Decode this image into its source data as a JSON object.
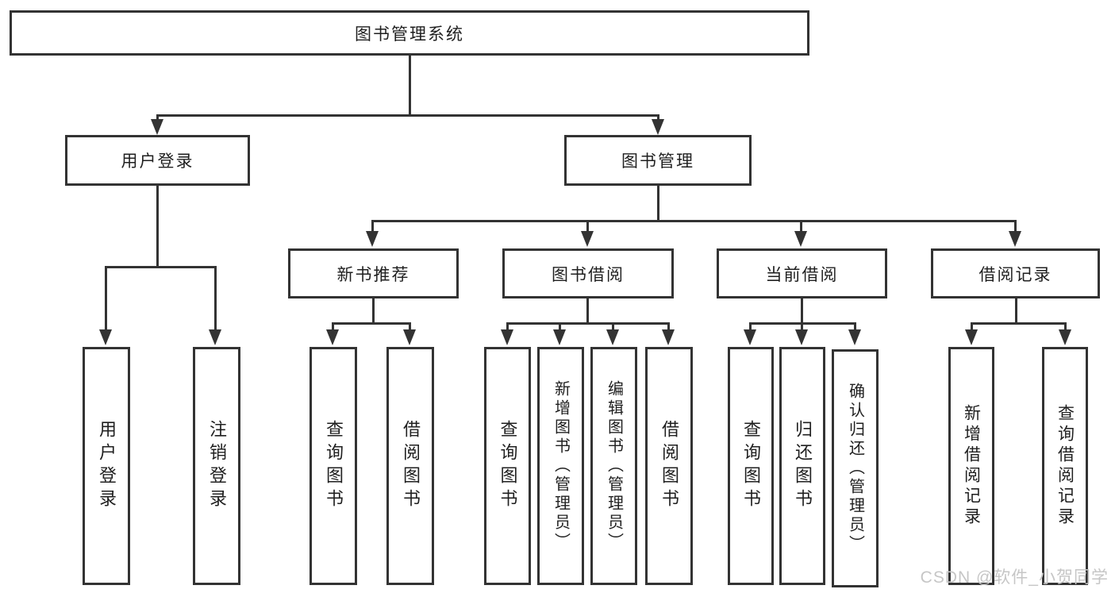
{
  "diagram": {
    "root": {
      "label": "图书管理系统"
    },
    "level2": [
      {
        "label": "用户登录"
      },
      {
        "label": "图书管理"
      }
    ],
    "level3": [
      {
        "label": "新书推荐"
      },
      {
        "label": "图书借阅"
      },
      {
        "label": "当前借阅"
      },
      {
        "label": "借阅记录"
      }
    ],
    "leaves": [
      {
        "label": "用户登录",
        "parent": "用户登录"
      },
      {
        "label": "注销登录",
        "parent": "用户登录"
      },
      {
        "label": "查询图书",
        "parent": "新书推荐"
      },
      {
        "label": "借阅图书",
        "parent": "新书推荐"
      },
      {
        "label": "查询图书",
        "parent": "图书借阅"
      },
      {
        "label": "新增图书（管理员）",
        "parent": "图书借阅"
      },
      {
        "label": "编辑图书（管理员）",
        "parent": "图书借阅"
      },
      {
        "label": "借阅图书",
        "parent": "图书借阅"
      },
      {
        "label": "查询图书",
        "parent": "当前借阅"
      },
      {
        "label": "归还图书",
        "parent": "当前借阅"
      },
      {
        "label": "确认归还（管理员）",
        "parent": "当前借阅"
      },
      {
        "label": "新增借阅记录",
        "parent": "借阅记录"
      },
      {
        "label": "查询借阅记录",
        "parent": "借阅记录"
      }
    ],
    "watermark": "CSDN @软件_小贺同学",
    "colors": {
      "line": "#333333",
      "text": "#1f1f1f",
      "watermark": "#c6c6c6",
      "background": "#ffffff"
    }
  }
}
